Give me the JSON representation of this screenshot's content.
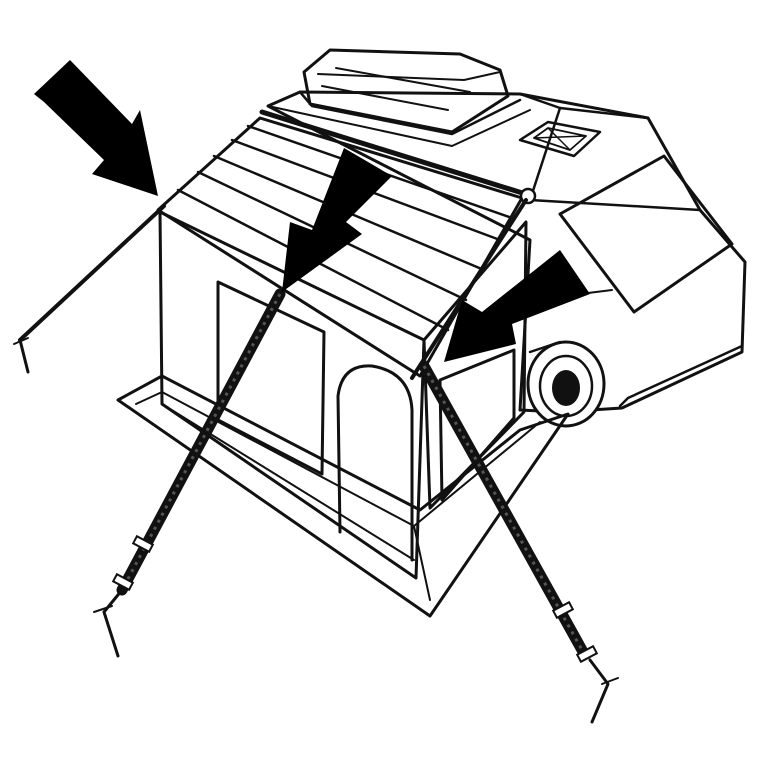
{
  "illustration": {
    "subject": "awning-tent-attached-to-camper-van",
    "arrow_color": "#000000",
    "ink_color": "#111111",
    "paper_color": "#ffffff",
    "window_gradient": [
      "#ffffff",
      "#d6d6d6"
    ],
    "arrows": [
      {
        "name": "arrow-left-pole-top"
      },
      {
        "name": "arrow-front-pole-top"
      },
      {
        "name": "arrow-right-pole-top"
      }
    ]
  }
}
